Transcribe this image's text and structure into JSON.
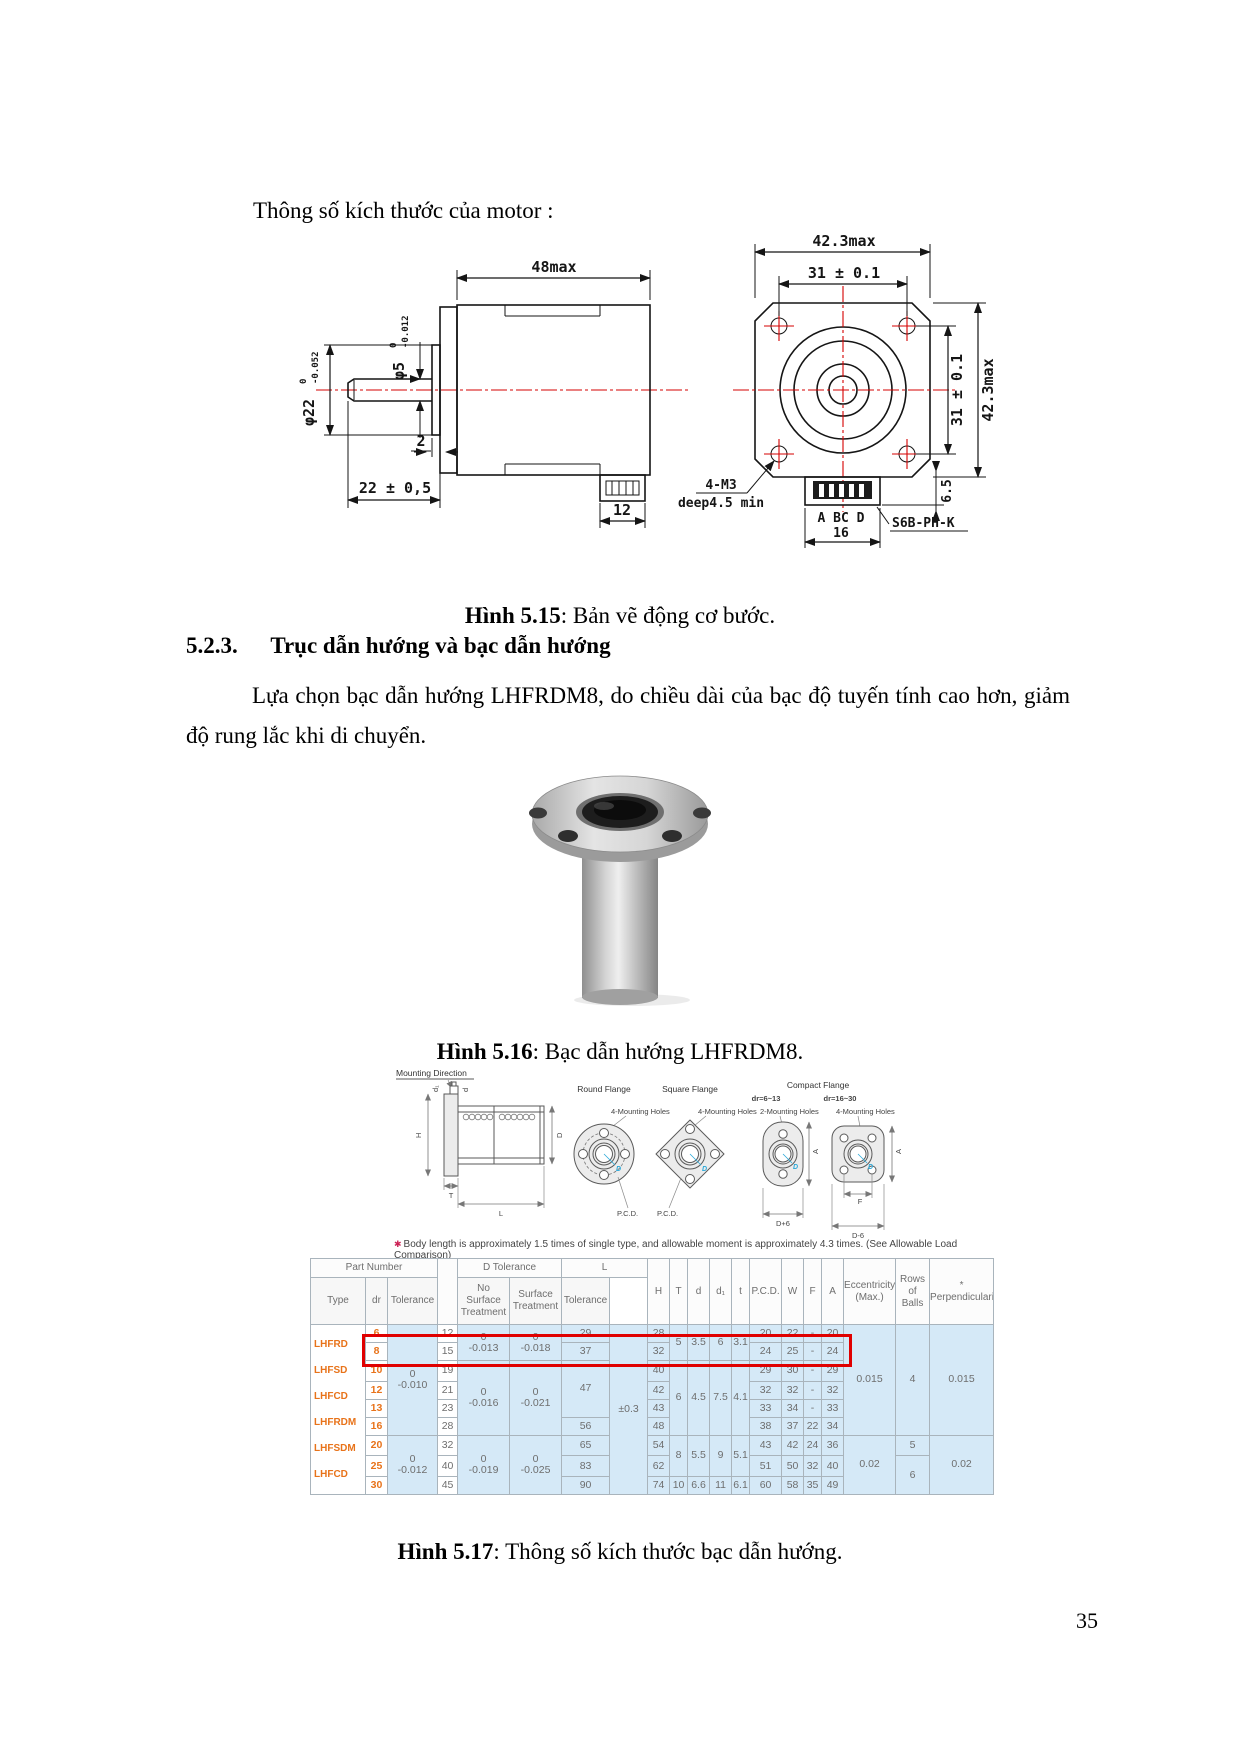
{
  "page_number": "35",
  "intro": "Thông số kích thước của motor :",
  "motor": {
    "dim_48max": "48max",
    "phi5": "φ5",
    "phi5_tol_hi": "0",
    "phi5_tol_lo": "-0.012",
    "phi22": "φ22",
    "phi22_tol_hi": "0",
    "phi22_tol_lo": "-0.052",
    "dim_2": "2",
    "dim_22": "22 ± 0,5",
    "dim_12": "12",
    "dim_423_top": "42.3max",
    "dim_31_top": "31 ± 0.1",
    "dim_31_right": "31 ± 0.1",
    "dim_423_right": "42.3max",
    "dim_65": "6.5",
    "m3": "4-M3",
    "deep": "deep4.5 min",
    "abcd": "A BC D",
    "dim_16": "16",
    "connector": "S6B-PH-K"
  },
  "caption_515_bold": "Hình 5.15",
  "caption_515_rest": ": Bản vẽ động cơ bước.",
  "heading_num": "5.2.3.",
  "heading_title": "Trục dẫn hướng và bạc dẫn hướng",
  "body_paragraph": "Lựa chọn bạc dẫn hướng LHFRDM8, do chiều dài của bạc độ tuyến tính cao hơn, giảm độ rung lắc khi di chuyển.",
  "caption_516_bold": "Hình 5.16",
  "caption_516_rest": ": Bạc dẫn hướng LHFRDM8.",
  "fig": {
    "mounting_direction": "Mounting Direction",
    "round_flange": "Round Flange",
    "square_flange": "Square Flange",
    "compact_flange": "Compact Flange",
    "dr_range_1": "dr=6~13",
    "dr_range_2": "dr=16~30",
    "holes_round": "4-Mounting Holes",
    "holes_square": "4-Mounting Holes",
    "holes_compact_2": "2-Mounting Holes",
    "holes_compact_4": "4-Mounting Holes",
    "pcd_1": "P.C.D.",
    "pcd_2": "P.C.D.",
    "d_plus": "D+6",
    "d_minus": "D-6",
    "lbl_T": "T",
    "lbl_L": "L",
    "lbl_H": "H",
    "lbl_D": "D",
    "lbl_F": "F",
    "lbl_A": "A",
    "lbl_d": "d",
    "lbl_d1": "d₁",
    "bore_mark": "D",
    "note_icon": "✱",
    "note": "Body length is approximately 1.5 times of single type, and allowable moment is approximately 4.3 times. (See Allowable Load Comparison)",
    "table": {
      "hdr": {
        "part_number": "Part Number",
        "type": "Type",
        "dr": "dr",
        "tolerance": "Tolerance",
        "d_tolerance": "D Tolerance",
        "no_surface": "No\nSurface\nTreatment",
        "surface": "Surface\nTreatment",
        "L": "L",
        "l_tolerance": "Tolerance",
        "H": "H",
        "T": "T",
        "d": "d",
        "d1": "d₁",
        "t": "t",
        "pcd": "P.C.D.",
        "W": "W",
        "F": "F",
        "A": "A",
        "ecc": "Eccentricity\n(Max.)",
        "balls": "Rows\nof\nBalls",
        "perp": "*\nPerpendicularity"
      },
      "types": [
        "LHFRD",
        "LHFSD",
        "LHFCD",
        "LHFRDM",
        "LHFSDM",
        "LHFCD"
      ],
      "m": {
        "tol_a": "0\n-0.010",
        "tol_b": "0\n-0.012",
        "ns_a": "0\n-0.013",
        "s_a": "0\n-0.018",
        "ns_b": "0\n-0.016",
        "s_b": "0\n-0.021",
        "ns_c": "0\n-0.019",
        "s_c": "0\n-0.025",
        "L_b": "47",
        "l_tol": "±0.3",
        "T_a": "5",
        "d_a": "3.5",
        "d1_a": "6",
        "t_a": "3.1",
        "T_b": "6",
        "d_b": "4.5",
        "d1_b": "7.5",
        "t_b": "4.1",
        "T_c": "8",
        "d_c": "5.5",
        "d1_c": "9",
        "t_c": "5.1",
        "ecc_a": "0.015",
        "balls_a": "4",
        "perp_a": "0.015",
        "ecc_b": "0.02",
        "balls_b1": "5",
        "balls_b2": "6",
        "perp_b": "0.02"
      },
      "rows": [
        {
          "dr": "6",
          "D": "12",
          "L": "29",
          "H": "28",
          "pcd": "20",
          "w": "22",
          "f": "-",
          "a": "20"
        },
        {
          "dr": "8",
          "D": "15",
          "L": "37",
          "H": "32",
          "pcd": "24",
          "w": "25",
          "f": "-",
          "a": "24"
        },
        {
          "dr": "10",
          "D": "19",
          "H": "40",
          "pcd": "29",
          "w": "30",
          "f": "-",
          "a": "29"
        },
        {
          "dr": "12",
          "D": "21",
          "H": "42",
          "pcd": "32",
          "w": "32",
          "f": "-",
          "a": "32"
        },
        {
          "dr": "13",
          "D": "23",
          "H": "43",
          "pcd": "33",
          "w": "34",
          "f": "-",
          "a": "33"
        },
        {
          "dr": "16",
          "D": "28",
          "L": "56",
          "H": "48",
          "pcd": "38",
          "w": "37",
          "f": "22",
          "a": "34"
        },
        {
          "dr": "20",
          "D": "32",
          "L": "65",
          "H": "54",
          "pcd": "43",
          "w": "42",
          "f": "24",
          "a": "36"
        },
        {
          "dr": "25",
          "D": "40",
          "L": "83",
          "H": "62",
          "pcd": "51",
          "w": "50",
          "f": "32",
          "a": "40"
        },
        {
          "dr": "30",
          "D": "45",
          "L": "90",
          "H": "74",
          "T": "10",
          "d": "6.6",
          "d1": "11",
          "t": "6.1",
          "pcd": "60",
          "w": "58",
          "f": "35",
          "a": "49"
        }
      ]
    }
  },
  "caption_517_bold": "Hình 5.17",
  "caption_517_rest": ": Thông số kích thước bạc dẫn hướng."
}
